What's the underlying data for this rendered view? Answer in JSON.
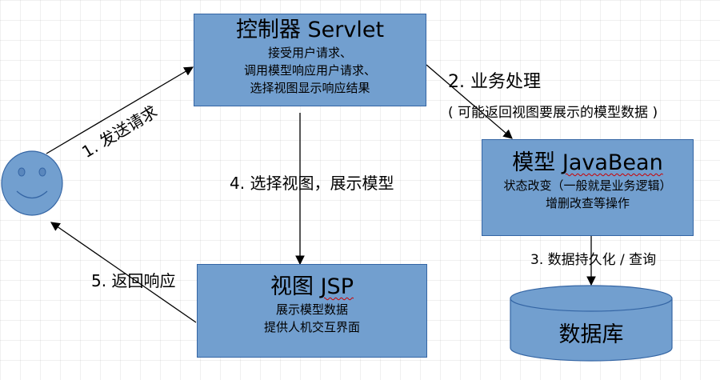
{
  "controller": {
    "title_prefix": "控制器",
    "title_name": "Servlet",
    "lines": [
      "接受用户请求、",
      "调用模型响应用户请求、",
      "选择视图显示响应结果"
    ]
  },
  "model": {
    "title_prefix": "模型",
    "title_name": "JavaBean",
    "lines": [
      "状态改变（一般就是业务逻辑）",
      "增删改查等操作"
    ]
  },
  "view": {
    "title_prefix": "视图",
    "title_name": "JSP",
    "lines": [
      "展示模型数据",
      "提供人机交互界面"
    ]
  },
  "database": {
    "label": "数据库"
  },
  "steps": {
    "s1": "1. 发送请求",
    "s2": "2. 业务处理",
    "s2_note": "( 可能返回视图要展示的模型数据 )",
    "s3": "3. 数据持久化 / 查询",
    "s4": "4. 选择视图，展示模型",
    "s5": "5. 返回响应"
  },
  "colors": {
    "box_fill": "#729fcf",
    "box_border": "#3465a4",
    "arrow": "#000000",
    "user_fill": "#729fcf"
  },
  "icons": {
    "user": "smiley-face-icon"
  }
}
